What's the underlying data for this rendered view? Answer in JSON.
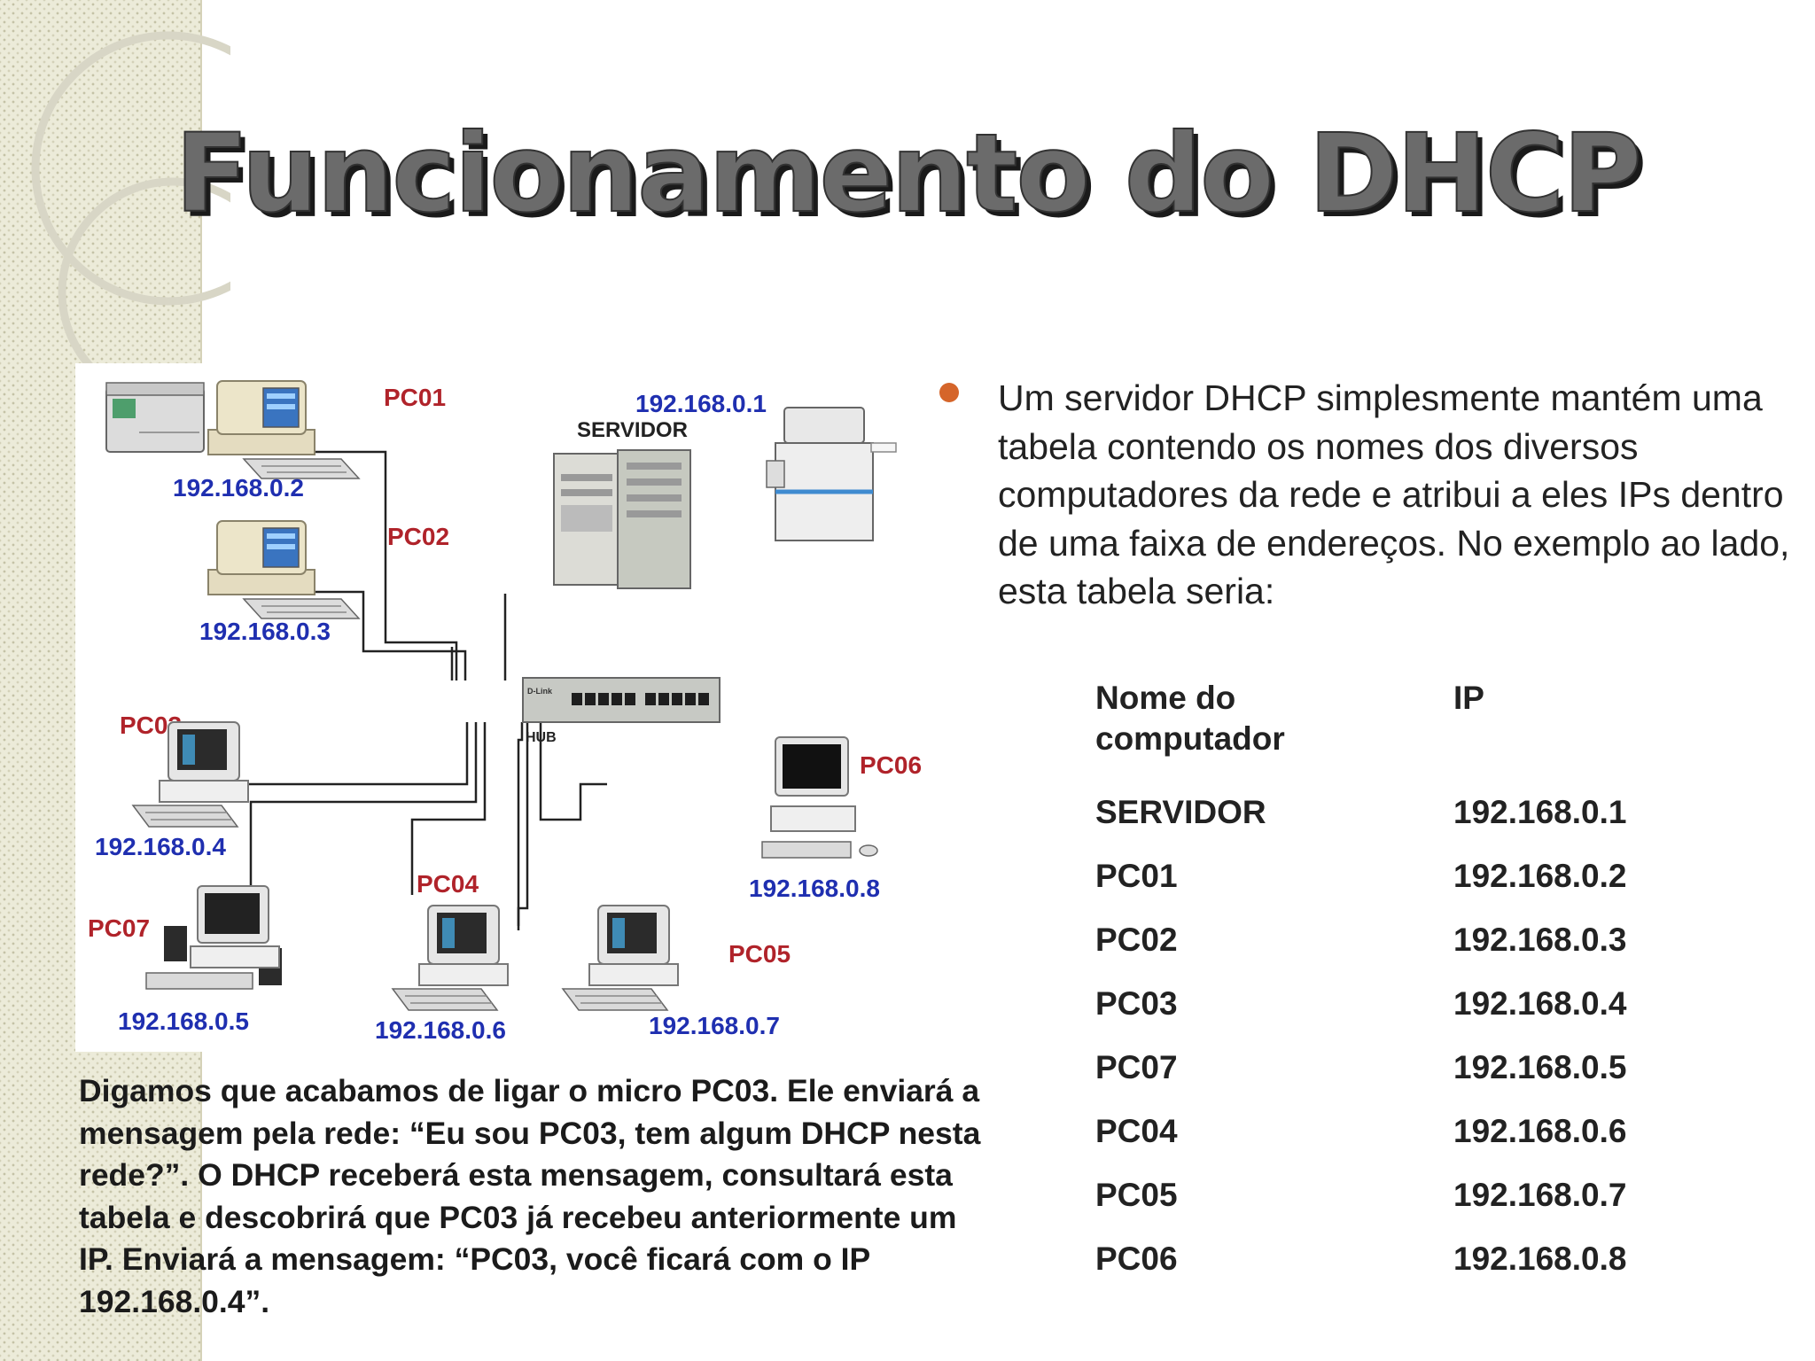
{
  "slide": {
    "title": "Funcionamento do DHCP",
    "intro": "Um servidor DHCP simplesmente mantém uma tabela contendo os nomes dos diversos computadores da rede e atribui a eles IPs dentro de uma faixa de endereços. No exemplo ao lado, esta tabela seria:",
    "bottom_text": "Digamos que acabamos de ligar o micro PC03. Ele enviará a mensagem pela rede: “Eu sou PC03, tem algum DHCP nesta rede?”. O DHCP receberá esta mensagem, consultará esta tabela e descobrirá que PC03 já recebeu anteriormente um IP. Enviará a mensagem: “PC03, você ficará com o IP 192.168.0.4”.",
    "bullet_color": "#d5652a",
    "title_color": "#6b6b6b"
  },
  "diagram": {
    "server": {
      "ip": "192.168.0.1",
      "label": "SERVIDOR"
    },
    "hub": {
      "label": "HUB",
      "brand": "D-Link"
    },
    "pcs": [
      {
        "name": "PC01",
        "ip": "192.168.0.2"
      },
      {
        "name": "PC02",
        "ip": "192.168.0.3"
      },
      {
        "name": "PC03",
        "ip": "192.168.0.4"
      },
      {
        "name": "PC07",
        "ip": "192.168.0.5"
      },
      {
        "name": "PC04",
        "ip": "192.168.0.6"
      },
      {
        "name": "PC05",
        "ip": "192.168.0.7"
      },
      {
        "name": "PC06",
        "ip": "192.168.0.8"
      }
    ],
    "devices": [
      "printer-icon",
      "server-tower-icon",
      "copier-icon",
      "hub-icon",
      "computer-icon"
    ],
    "label_colors": {
      "name": "#b0232a",
      "ip": "#1f2fb0"
    }
  },
  "table": {
    "headers": [
      "Nome do computador",
      "IP"
    ],
    "rows": [
      [
        "SERVIDOR",
        "192.168.0.1"
      ],
      [
        "PC01",
        "192.168.0.2"
      ],
      [
        "PC02",
        "192.168.0.3"
      ],
      [
        "PC03",
        "192.168.0.4"
      ],
      [
        "PC07",
        "192.168.0.5"
      ],
      [
        "PC04",
        "192.168.0.6"
      ],
      [
        "PC05",
        "192.168.0.7"
      ],
      [
        "PC06",
        "192.168.0.8"
      ]
    ]
  }
}
